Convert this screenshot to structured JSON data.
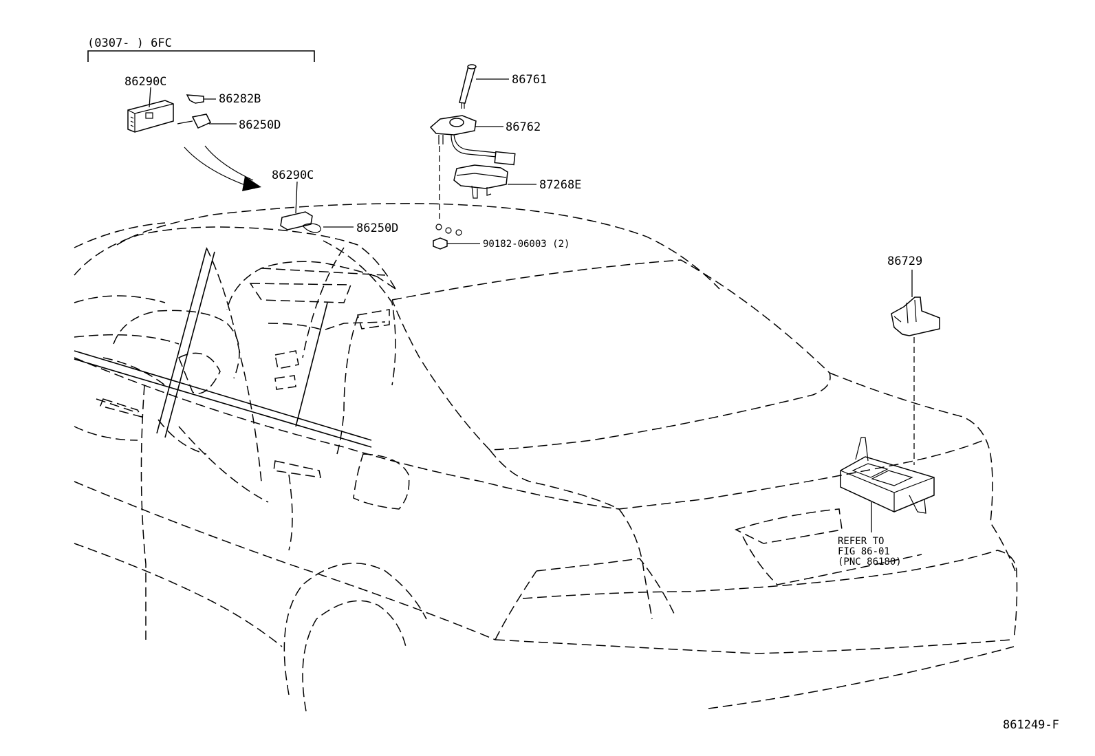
{
  "header": {
    "range_label": "(0307-      ) 6FC"
  },
  "callouts": {
    "c86290C_top": "86290C",
    "c86282B": "86282B",
    "c86250D_top": "86250D",
    "c86290C_roof": "86290C",
    "c86250D_roof": "86250D",
    "c86761": "86761",
    "c86762": "86762",
    "c87268E": "87268E",
    "c90182": "90182-06003 (2)",
    "c86729": "86729"
  },
  "refer_note": {
    "line1": "REFER TO",
    "line2": "FIG 86-01",
    "line3": "(PNC 86180)"
  },
  "figure_id": "861249-F"
}
